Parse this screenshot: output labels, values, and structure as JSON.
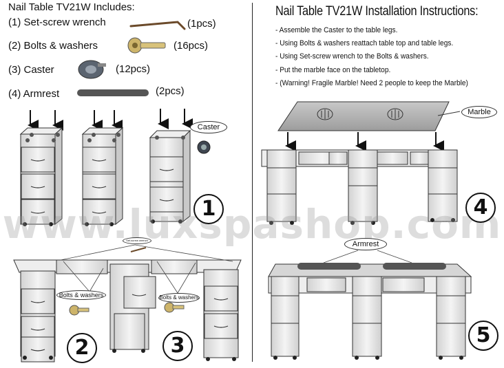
{
  "left": {
    "title": "Nail Table TV21W Includes:",
    "items": [
      {
        "label": "(1) Set-screw wrench",
        "qty": "(1pcs)",
        "icon": "wrench-icon"
      },
      {
        "label": "(2) Bolts & washers",
        "qty": "(16pcs)",
        "icon": "bolt-icon"
      },
      {
        "label": "(3) Caster",
        "qty": "(12pcs)",
        "icon": "caster-icon"
      },
      {
        "label": "(4) Armrest",
        "qty": "(2pcs)",
        "icon": "armrest-icon"
      }
    ],
    "caster_callout": "Caster",
    "bolts_callout_a": "Bolts & washers",
    "bolts_callout_b": "Bolts & washers",
    "wrench_callout": "Set-screw wrench",
    "step_numbers": [
      "1",
      "2",
      "3"
    ]
  },
  "right": {
    "title": "Nail Table TV21W Installation Instructions:",
    "steps": [
      "- Assemble the Caster to the table legs.",
      "- Using Bolts & washers reattach table top and table legs.",
      "- Using Set-screw wrench to the Bolts & washers.",
      "- Put the marble face on the tabletop.",
      "- (Warning! Fragile Marble! Need 2 people to keep the Marble)"
    ],
    "marble_callout": "Marble",
    "armrest_callout": "Armrest",
    "step_numbers": [
      "4",
      "5"
    ]
  },
  "watermark": "www.luxspashop.com",
  "colors": {
    "cabinet_fill": "#e6e6e6",
    "cabinet_stroke": "#333333",
    "marble": "#b5b5b5",
    "armrest": "#555555",
    "bolt": "#b89a3a"
  }
}
